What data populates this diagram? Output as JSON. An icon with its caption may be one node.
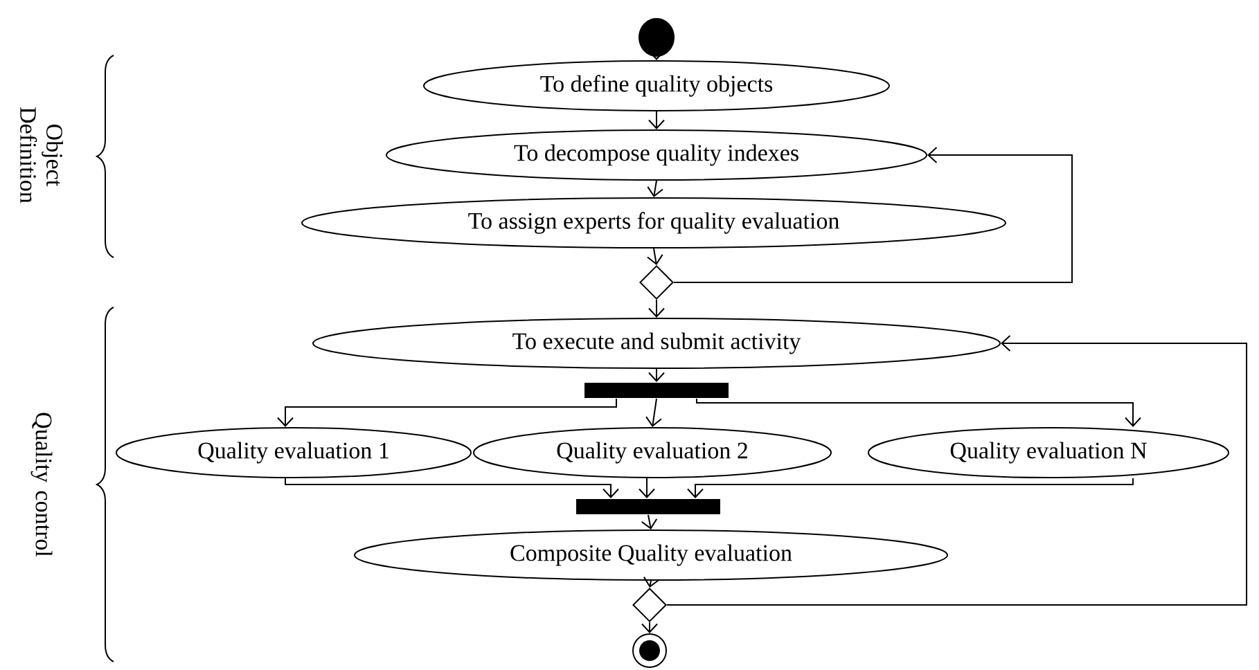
{
  "diagram": {
    "nodes": [
      {
        "text": [],
        "shape": "circle"
      },
      {
        "text": [
          "To define quality objects"
        ]
      },
      {
        "text": [
          "To decompose quality indexes"
        ]
      },
      {
        "text": [
          "To assign experts for quality evaluation"
        ]
      },
      {
        "text": [],
        "shape": "diamond"
      },
      {
        "text": [
          "To execute and submit activity"
        ]
      },
      {
        "text": [],
        "shape": "bar"
      },
      {
        "text": [
          "Quality evaluation 1"
        ]
      },
      {
        "text": [
          "Quality evaluation 2"
        ]
      },
      {
        "text": [
          "Quality evaluation N"
        ]
      },
      {
        "text": [],
        "shape": "bar"
      },
      {
        "text": [
          "Composite Quality evaluation"
        ]
      },
      {
        "text": [],
        "shape": "diamond"
      },
      {
        "text": [],
        "shape": "circle"
      }
    ],
    "edges": [
      {
        "from": 0,
        "to": 1,
        "arrow": "to"
      },
      {
        "from": 1,
        "to": 2,
        "arrow": "to"
      },
      {
        "from": 2,
        "to": 3,
        "arrow": "to"
      },
      {
        "from": 3,
        "to": 4,
        "arrow": "to"
      },
      {
        "from": 4,
        "to": 2,
        "arrow": "to"
      },
      {
        "from": 4,
        "to": 5,
        "arrow": "to"
      },
      {
        "from": 5,
        "to": 6,
        "arrow": "to"
      },
      {
        "from": 6,
        "to": 7,
        "arrow": "to"
      },
      {
        "from": 6,
        "to": 8,
        "arrow": "to"
      },
      {
        "from": 6,
        "to": 9,
        "arrow": "to"
      },
      {
        "from": 7,
        "to": 10,
        "arrow": "to"
      },
      {
        "from": 8,
        "to": 10,
        "arrow": "to"
      },
      {
        "from": 9,
        "to": 10,
        "arrow": "to"
      },
      {
        "from": 10,
        "to": 11,
        "arrow": "to"
      },
      {
        "from": 11,
        "to": 12,
        "arrow": "to"
      },
      {
        "from": 12,
        "to": 5,
        "arrow": "to"
      },
      {
        "from": 12,
        "to": 13,
        "arrow": "to"
      }
    ],
    "labels": [
      "Object Definition",
      "Quality control"
    ]
  }
}
